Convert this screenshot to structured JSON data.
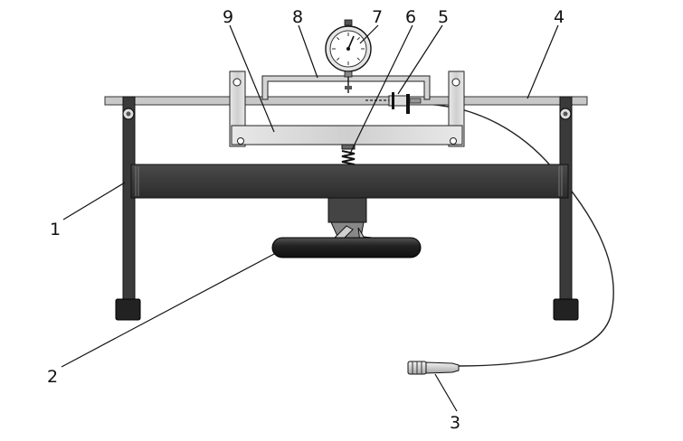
{
  "labels": {
    "frame": "1",
    "handle": "2",
    "connector": "3",
    "bar": "4",
    "sensor": "5",
    "spring": "6",
    "dial_gauge": "7",
    "bracket": "8",
    "crossbar": "9"
  },
  "colors": {
    "beam": "#3a3a3a",
    "leg": "#333333",
    "rail": "#c6c6c6",
    "plate": "#d8d8d8",
    "handle": "#2a2a2a",
    "outline": "#111111"
  }
}
